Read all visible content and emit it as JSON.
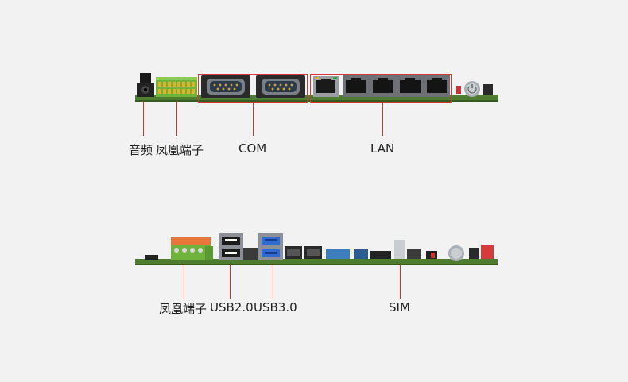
{
  "top_board": {
    "labels": {
      "audio": "音频",
      "phoenix_terminal": "凤凰端子",
      "com": "COM",
      "lan": "LAN"
    }
  },
  "bottom_board": {
    "labels": {
      "phoenix_terminal": "凤凰端子",
      "usb2": "USB2.0",
      "usb3": "USB3.0",
      "sim": "SIM"
    }
  },
  "colors": {
    "background": "#f2f2f2",
    "pcb": "#4e7d32",
    "highlight": "#d23a3a",
    "terminal_green": "#6fb33d",
    "terminal_orange": "#e8763a",
    "usb3_blue": "#2f6bd3"
  }
}
